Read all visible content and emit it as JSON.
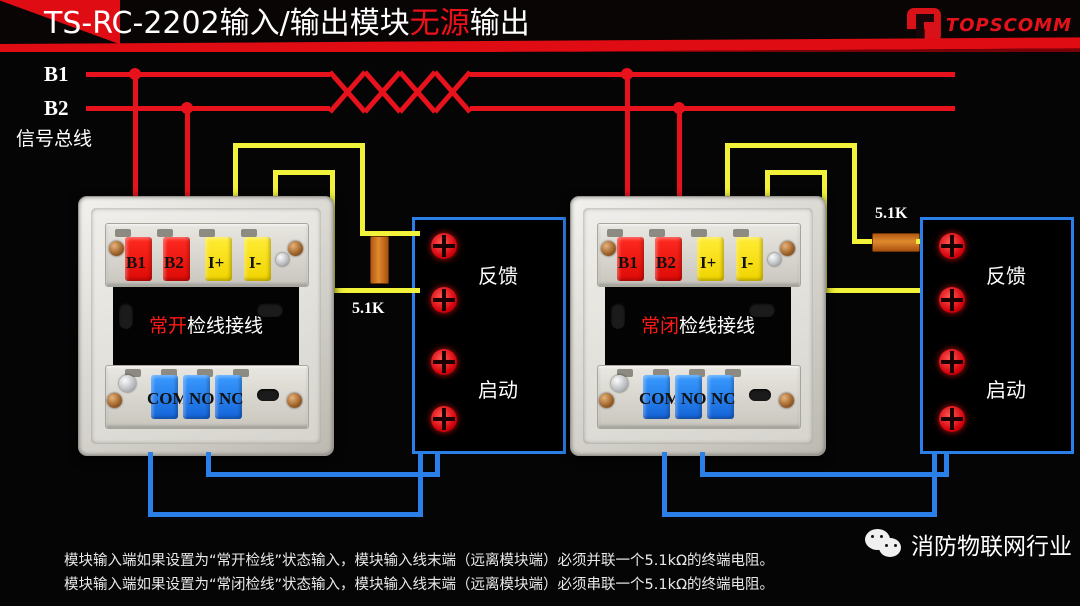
{
  "header": {
    "title_main": "TS-RC-2202输入/输出模块",
    "title_em": "无源",
    "title_tail": "输出",
    "brand": "TOPSCOMM",
    "brand_icon": "topscomm-logo-icon",
    "accent_color": "#e8121c"
  },
  "bus": {
    "b1_label": "B1",
    "b2_label": "B2",
    "name_label": "信号总线",
    "wire_color": "#e8121c"
  },
  "modules": [
    {
      "id": "left",
      "caption_em": "常开",
      "caption_rest": "检线接线",
      "top_terminals": [
        {
          "label": "B1",
          "color": "red"
        },
        {
          "label": "B2",
          "color": "red"
        },
        {
          "label": "I+",
          "color": "yellow"
        },
        {
          "label": "I-",
          "color": "yellow"
        }
      ],
      "bottom_terminals": [
        {
          "label": "COM",
          "color": "blue"
        },
        {
          "label": "NO",
          "color": "blue"
        },
        {
          "label": "NC",
          "color": "blue"
        }
      ],
      "resistor": {
        "label": "5.1K",
        "orientation": "parallel"
      },
      "panel": {
        "feedback_label": "反馈",
        "start_label": "启动",
        "lug_count": 4
      }
    },
    {
      "id": "right",
      "caption_em": "常闭",
      "caption_rest": "检线接线",
      "top_terminals": [
        {
          "label": "B1",
          "color": "red"
        },
        {
          "label": "B2",
          "color": "red"
        },
        {
          "label": "I+",
          "color": "yellow"
        },
        {
          "label": "I-",
          "color": "yellow"
        }
      ],
      "bottom_terminals": [
        {
          "label": "COM",
          "color": "blue"
        },
        {
          "label": "NO",
          "color": "blue"
        },
        {
          "label": "NC",
          "color": "blue"
        }
      ],
      "resistor": {
        "label": "5.1K",
        "orientation": "series"
      },
      "panel": {
        "feedback_label": "反馈",
        "start_label": "启动",
        "lug_count": 4
      }
    }
  ],
  "wire_colors": {
    "bus": "#e8121c",
    "input": "#f2f23a",
    "output": "#2a7fe8",
    "resistor": "#e08a2e"
  },
  "footer": {
    "line1": "模块输入端如果设置为“常开检线”状态输入，模块输入线末端（远离模块端）必须并联一个5.1kΩ的终端电阻。",
    "line2": "模块输入端如果设置为“常闭检线”状态输入，模块输入线末端（远离模块端）必须串联一个5.1kΩ的终端电阻。"
  },
  "watermark": {
    "text": "消防物联网行业",
    "icon": "wechat-icon"
  }
}
